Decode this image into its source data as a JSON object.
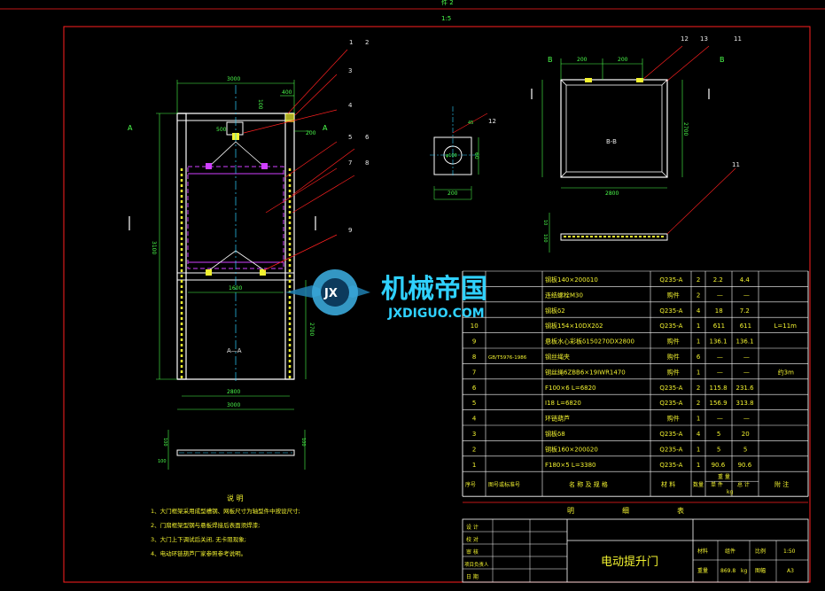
{
  "sheet": {
    "top_marks": [
      "件 2",
      "1:5"
    ]
  },
  "balloons": [
    "1",
    "2",
    "3",
    "4",
    "5",
    "6",
    "7",
    "8",
    "9",
    "12",
    "13",
    "11",
    "12",
    "11"
  ],
  "views": {
    "section_A": "A",
    "section_A_right": "A",
    "section_AA": "A—A",
    "section_B_left": "B",
    "section_B_right": "B",
    "section_BB": "B-B"
  },
  "dims": {
    "top_3000": "3000",
    "d_400": "400",
    "d_100": "100",
    "d_200": "200",
    "d_500": "500",
    "left_3100": "3100",
    "w_1600": "1600",
    "h_2700": "2700",
    "b_2800": "2800",
    "b_3000": "3000",
    "b_100a": "100",
    "b_100b": "100",
    "b_100c": "100",
    "detail_200": "200",
    "detail_60": "60",
    "detail_d": "φ100",
    "detail_ang": "45",
    "bb_200a": "200",
    "bb_200b": "200",
    "bb_2700": "2700",
    "bb_2800": "2800",
    "bb_10": "10",
    "bb_100": "100"
  },
  "logo": {
    "name": "机械帝国",
    "url": "JXDIGUO.COM",
    "mark": "JX"
  },
  "bom_rows": [
    {
      "no": "",
      "code": "",
      "name": "钢板140×200δ10",
      "mat": "Q235-A",
      "qty": "2",
      "unit": "2.2",
      "total": "4.4",
      "note": ""
    },
    {
      "no": "",
      "code": "",
      "name": "连结螺栓M30",
      "mat": "购件",
      "qty": "2",
      "unit": "—",
      "total": "—",
      "note": ""
    },
    {
      "no": "",
      "code": "",
      "name": "钢板δ2",
      "mat": "Q235-A",
      "qty": "4",
      "unit": "18",
      "total": "7.2",
      "note": ""
    },
    {
      "no": "10",
      "code": "",
      "name": "钢板154×10DX2δ2",
      "mat": "Q235-A",
      "qty": "1",
      "unit": "611",
      "total": "611",
      "note": "L=11m"
    },
    {
      "no": "9",
      "code": "",
      "name": "悬板水心彩板δ150270DX2800",
      "mat": "购件",
      "qty": "1",
      "unit": "136.1",
      "total": "136.1",
      "note": ""
    },
    {
      "no": "8",
      "code": "GB/T5976-1986",
      "name": "钢丝绳夹",
      "mat": "购件",
      "qty": "6",
      "unit": "—",
      "total": "—",
      "note": ""
    },
    {
      "no": "7",
      "code": "",
      "name": "钢丝绳6ZBB6×19IWR1470",
      "mat": "购件",
      "qty": "1",
      "unit": "—",
      "total": "—",
      "note": "约3m"
    },
    {
      "no": "6",
      "code": "",
      "name": "F100×6  L=6820",
      "mat": "Q235-A",
      "qty": "2",
      "unit": "115.8",
      "total": "231.6",
      "note": ""
    },
    {
      "no": "5",
      "code": "",
      "name": "I18  L=6820",
      "mat": "Q235-A",
      "qty": "2",
      "unit": "156.9",
      "total": "313.8",
      "note": ""
    },
    {
      "no": "4",
      "code": "",
      "name": "环链葫芦",
      "mat": "购件",
      "qty": "1",
      "unit": "—",
      "total": "—",
      "note": ""
    },
    {
      "no": "3",
      "code": "",
      "name": "钢板δ8",
      "mat": "Q235-A",
      "qty": "4",
      "unit": "5",
      "total": "20",
      "note": ""
    },
    {
      "no": "2",
      "code": "",
      "name": "钢板160×200δ20",
      "mat": "Q235-A",
      "qty": "1",
      "unit": "5",
      "total": "5",
      "note": ""
    },
    {
      "no": "1",
      "code": "",
      "name": "F180×5  L=3380",
      "mat": "Q235-A",
      "qty": "1",
      "unit": "90.6",
      "total": "90.6",
      "note": ""
    }
  ],
  "bom_header": {
    "no": "序号",
    "code": "图号或标准号",
    "name": "名 称 及 规 格",
    "mat": "材 料",
    "qty": "数量",
    "unit": "单 件",
    "total": "总 计",
    "weight_unit": "kg",
    "note": "附 注",
    "weight_group": "重 量"
  },
  "bom_caption": {
    "a": "明",
    "b": "细",
    "c": "表"
  },
  "notes": {
    "title": "说 明",
    "items": [
      "1、大门框架采用成型槽钢、网板尺寸为轴型件中按设尺寸;",
      "2、门扇框架型钢与悬板焊接后表面须焊漆;",
      "3、大门上下调试后关闭, 无卡阻现象;",
      "4、电动环链葫芦厂家参照参考说明。"
    ]
  },
  "title_block": {
    "drawing_title": "电动提升门",
    "left_labels": [
      "设 计",
      "校 对",
      "审 核",
      "项目负责人",
      "日 期"
    ],
    "material_label": "材料",
    "material_value": "组件",
    "scale_label": "比例",
    "scale_value": "1:50",
    "weight_label": "重量",
    "weight_value": "869.8",
    "weight_unit": "kg",
    "sheet_label": "图幅",
    "sheet_value": "A3"
  },
  "colors": {
    "outline": "#ffffff",
    "frame": "#ff2020",
    "dim": "#4cff4c",
    "yellow": "#f2f230",
    "magenta": "#d040ff",
    "cyan": "#2fd1ff",
    "table": "#e8e8e8"
  }
}
